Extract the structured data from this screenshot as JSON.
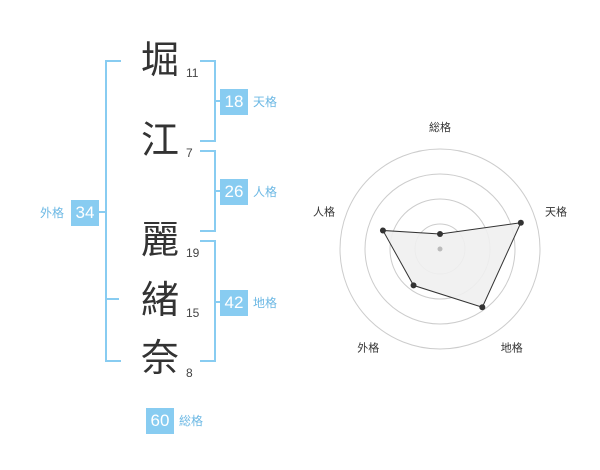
{
  "name": {
    "chars": [
      {
        "char": "堀",
        "strokes": "11"
      },
      {
        "char": "江",
        "strokes": "7"
      },
      {
        "char": "麗",
        "strokes": "19"
      },
      {
        "char": "緒",
        "strokes": "15"
      },
      {
        "char": "奈",
        "strokes": "8"
      }
    ]
  },
  "fortune": {
    "tenkaku": {
      "label": "天格",
      "value": "18"
    },
    "jinkaku": {
      "label": "人格",
      "value": "26"
    },
    "chikaku": {
      "label": "地格",
      "value": "42"
    },
    "gaikaku": {
      "label": "外格",
      "value": "34"
    },
    "soukaku": {
      "label": "総格",
      "value": "60"
    }
  },
  "colors": {
    "accent": "#88ccf1",
    "accent_text": "#6cb8e4",
    "radar_fill": "#f0f0f0",
    "radar_line": "#333333"
  },
  "chart_data": {
    "type": "radar",
    "axes": [
      "総格",
      "天格",
      "地格",
      "外格",
      "人格"
    ],
    "values": [
      0.15,
      0.85,
      0.72,
      0.45,
      0.6
    ],
    "range": [
      0,
      1
    ],
    "rings": 4
  }
}
